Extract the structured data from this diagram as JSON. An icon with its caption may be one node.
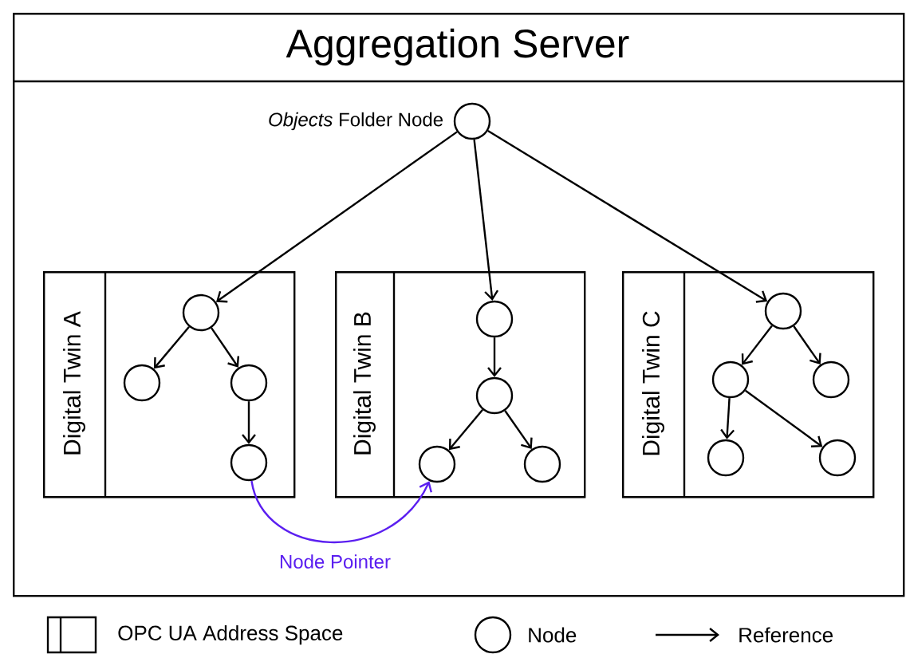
{
  "diagram": {
    "nodes": [
      {
        "text": [
          "Aggregation Server"
        ]
      },
      {
        "text": [],
        "shape": "circle",
        "beside": [
          "*Objects* Folder Node"
        ],
        "in": 0
      },
      {
        "text": [
          "Digital Twin A"
        ],
        "in": 0
      },
      {
        "text": [],
        "shape": "circle",
        "in": 2
      },
      {
        "text": [],
        "shape": "circle",
        "in": 2
      },
      {
        "text": [],
        "shape": "circle",
        "in": 2
      },
      {
        "text": [],
        "shape": "circle",
        "in": 2
      },
      {
        "text": [
          "Digital Twin B"
        ],
        "in": 0
      },
      {
        "text": [],
        "shape": "circle",
        "in": 7
      },
      {
        "text": [],
        "shape": "circle",
        "in": 7
      },
      {
        "text": [],
        "shape": "circle",
        "in": 7
      },
      {
        "text": [],
        "shape": "circle",
        "in": 7
      },
      {
        "text": [
          "Digital Twin C"
        ],
        "in": 0
      },
      {
        "text": [],
        "shape": "circle",
        "in": 12
      },
      {
        "text": [],
        "shape": "circle",
        "in": 12
      },
      {
        "text": [],
        "shape": "circle",
        "in": 12
      },
      {
        "text": [],
        "shape": "circle",
        "in": 12
      },
      {
        "text": [],
        "shape": "circle",
        "in": 12
      }
    ],
    "edges": [
      {
        "from": 1,
        "to": 3,
        "arrow": "to"
      },
      {
        "from": 1,
        "to": 8,
        "arrow": "to"
      },
      {
        "from": 1,
        "to": 13,
        "arrow": "to"
      },
      {
        "from": 3,
        "to": 4,
        "arrow": "to"
      },
      {
        "from": 3,
        "to": 5,
        "arrow": "to"
      },
      {
        "from": 5,
        "to": 6,
        "arrow": "to"
      },
      {
        "from": 8,
        "to": 9,
        "arrow": "to"
      },
      {
        "from": 9,
        "to": 10,
        "arrow": "to"
      },
      {
        "from": 9,
        "to": 11,
        "arrow": "to"
      },
      {
        "from": 13,
        "to": 14,
        "arrow": "to"
      },
      {
        "from": 13,
        "to": 15,
        "arrow": "to"
      },
      {
        "from": 14,
        "to": 16,
        "arrow": "to"
      },
      {
        "from": 14,
        "to": 17,
        "arrow": "to"
      },
      {
        "from": 6,
        "to": 10,
        "arrow": "to",
        "label": "Node Pointer",
        "color": "#5b1ff0"
      }
    ],
    "legend": [
      {
        "text": "OPC UA Address Space"
      },
      {
        "text": "Node"
      },
      {
        "text": "Reference"
      }
    ]
  }
}
